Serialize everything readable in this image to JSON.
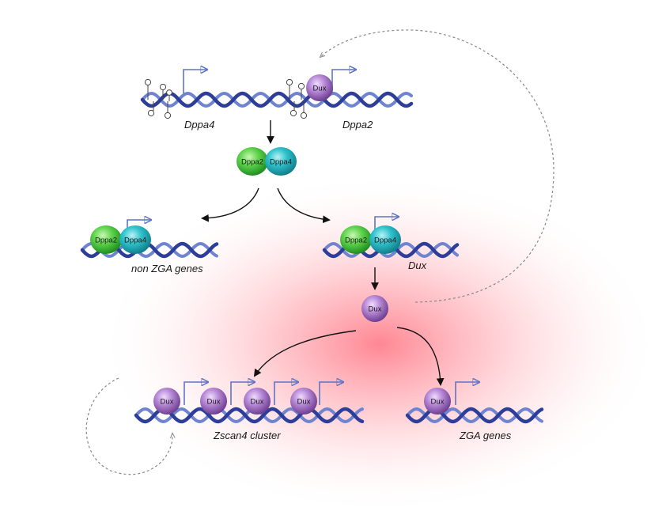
{
  "labels": {
    "dppa4_gene": "Dppa4",
    "dppa2_gene": "Dppa2",
    "non_zga": "non ZGA genes",
    "dux_gene": "Dux",
    "zscan4": "Zscan4 cluster",
    "zga": "ZGA genes"
  },
  "proteins": {
    "dppa2": "Dppa2",
    "dppa4": "Dppa4",
    "dux": "Dux"
  },
  "colors": {
    "dna_dark": "#2c3e99",
    "dna_light": "#6f84d0",
    "dppa2": "#3fbf3a",
    "dppa4": "#1aa9b6",
    "dux": "#9b6fbf",
    "glow": "#ff5f6f",
    "arrow": "#111111",
    "tss_arrow": "#5f74c4",
    "dashed": "#888888"
  }
}
